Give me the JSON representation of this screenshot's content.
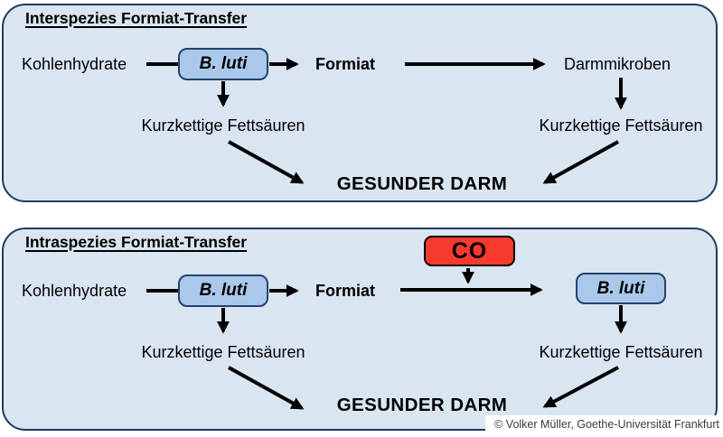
{
  "diagram": {
    "panel1": {
      "title": "Interspezies Formiat-Transfer",
      "carbohydrates": "Kohlenhydrate",
      "b_luti": "B. luti",
      "formiat": "Formiat",
      "gut_microbes": "Darmmikroben",
      "scfa_left": "Kurzkettige Fettsäuren",
      "scfa_right": "Kurzkettige Fettsäuren",
      "healthy_gut": "GESUNDER DARM"
    },
    "panel2": {
      "title": "Intraspezies Formiat-Transfer",
      "carbohydrates": "Kohlenhydrate",
      "b_luti_left": "B. luti",
      "formiat": "Formiat",
      "co": "CO",
      "b_luti_right": "B. luti",
      "scfa_left": "Kurzkettige Fettsäuren",
      "scfa_right": "Kurzkettige Fettsäuren",
      "healthy_gut": "GESUNDER DARM"
    },
    "credit": "© Volker Müller, Goethe-Universität Frankfurt",
    "colors": {
      "panel_fill": "#dae5f2",
      "panel_border": "#1f3a60",
      "species_box_fill": "#aac8ea",
      "species_box_border": "#24426e",
      "co_box_fill": "#f63a2e",
      "co_box_border": "#000000",
      "arrow": "#000000",
      "credit_text": "#3a3a3a"
    }
  }
}
